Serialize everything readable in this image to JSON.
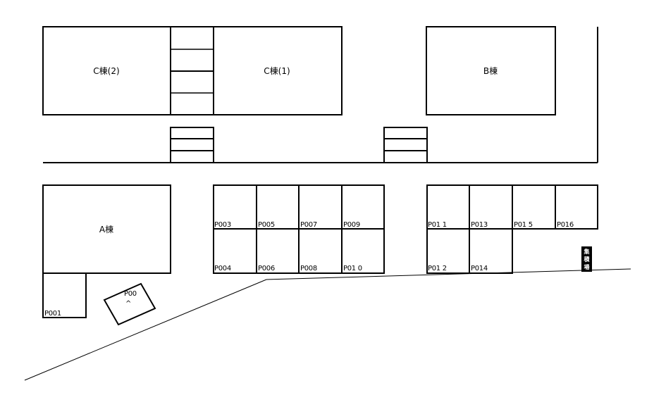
{
  "buildings": {
    "c2": "C棟(2)",
    "c1": "C棟(1)",
    "b": "B棟",
    "a": "A棟"
  },
  "parking_spaces": {
    "p001": "P001",
    "p002": "P00",
    "p002_mark": "^",
    "p003": "P003",
    "p004": "P004",
    "p005": "P005",
    "p006": "P006",
    "p007": "P007",
    "p008": "P008",
    "p009": "P009",
    "p010": "P01 0",
    "p011": "P01 1",
    "p012": "P01 2",
    "p013": "P013",
    "p014": "P014",
    "p015": "P01 5",
    "p016": "P016"
  },
  "garbage_station": {
    "line1": "集",
    "line2": "積",
    "line3": "場"
  },
  "colors": {
    "line": "#000000",
    "background": "#ffffff"
  }
}
